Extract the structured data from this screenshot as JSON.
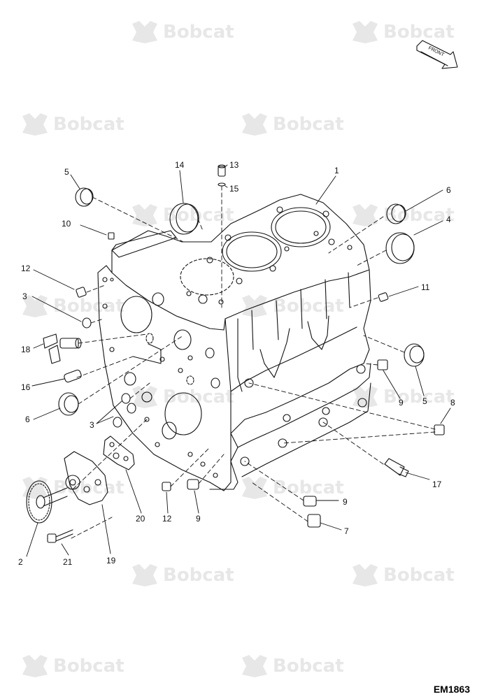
{
  "diagram": {
    "watermark_text": "Bobcat",
    "front_label": "FRONT",
    "figure_code": "EM1863",
    "callouts": [
      {
        "id": "c1",
        "label": "1"
      },
      {
        "id": "c2",
        "label": "2"
      },
      {
        "id": "c3a",
        "label": "3"
      },
      {
        "id": "c3b",
        "label": "3"
      },
      {
        "id": "c4",
        "label": "4"
      },
      {
        "id": "c5a",
        "label": "5"
      },
      {
        "id": "c5b",
        "label": "5"
      },
      {
        "id": "c6a",
        "label": "6"
      },
      {
        "id": "c6b",
        "label": "6"
      },
      {
        "id": "c7",
        "label": "7"
      },
      {
        "id": "c8",
        "label": "8"
      },
      {
        "id": "c9a",
        "label": "9"
      },
      {
        "id": "c9b",
        "label": "9"
      },
      {
        "id": "c9c",
        "label": "9"
      },
      {
        "id": "c10",
        "label": "10"
      },
      {
        "id": "c11",
        "label": "11"
      },
      {
        "id": "c12a",
        "label": "12"
      },
      {
        "id": "c12b",
        "label": "12"
      },
      {
        "id": "c13",
        "label": "13"
      },
      {
        "id": "c14",
        "label": "14"
      },
      {
        "id": "c15",
        "label": "15"
      },
      {
        "id": "c16",
        "label": "16"
      },
      {
        "id": "c17",
        "label": "17"
      },
      {
        "id": "c18",
        "label": "18"
      },
      {
        "id": "c19",
        "label": "19"
      },
      {
        "id": "c20",
        "label": "20"
      },
      {
        "id": "c21",
        "label": "21"
      }
    ],
    "colors": {
      "line": "#111111",
      "watermark": "#e7e7e7"
    }
  }
}
